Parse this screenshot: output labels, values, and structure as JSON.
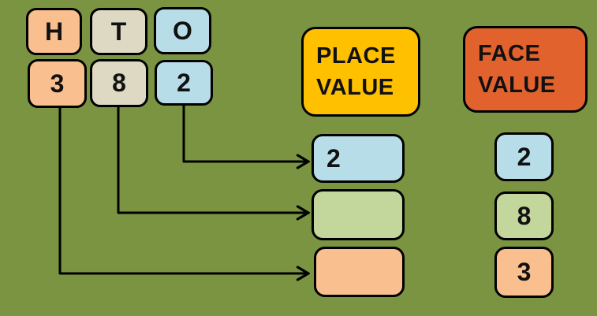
{
  "colors": {
    "background": "#7A9442",
    "peach": "#FABF8F",
    "tan": "#DDD9C3",
    "blue": "#B7DEE8",
    "green": "#C3D69B",
    "yellow": "#FFC000",
    "orange_red": "#E2622E",
    "line": "#000000"
  },
  "digit_grid": {
    "headers": [
      {
        "label": "H"
      },
      {
        "label": "T"
      },
      {
        "label": "O"
      }
    ],
    "digits": [
      {
        "label": "3"
      },
      {
        "label": "8"
      },
      {
        "label": "2"
      }
    ]
  },
  "place_value": {
    "title": "PLACE VALUE",
    "rows": [
      {
        "value": "2"
      },
      {
        "value": ""
      },
      {
        "value": ""
      }
    ]
  },
  "face_value": {
    "title": "FACE VALUE",
    "rows": [
      {
        "value": "2"
      },
      {
        "value": "8"
      },
      {
        "value": "3"
      }
    ]
  }
}
